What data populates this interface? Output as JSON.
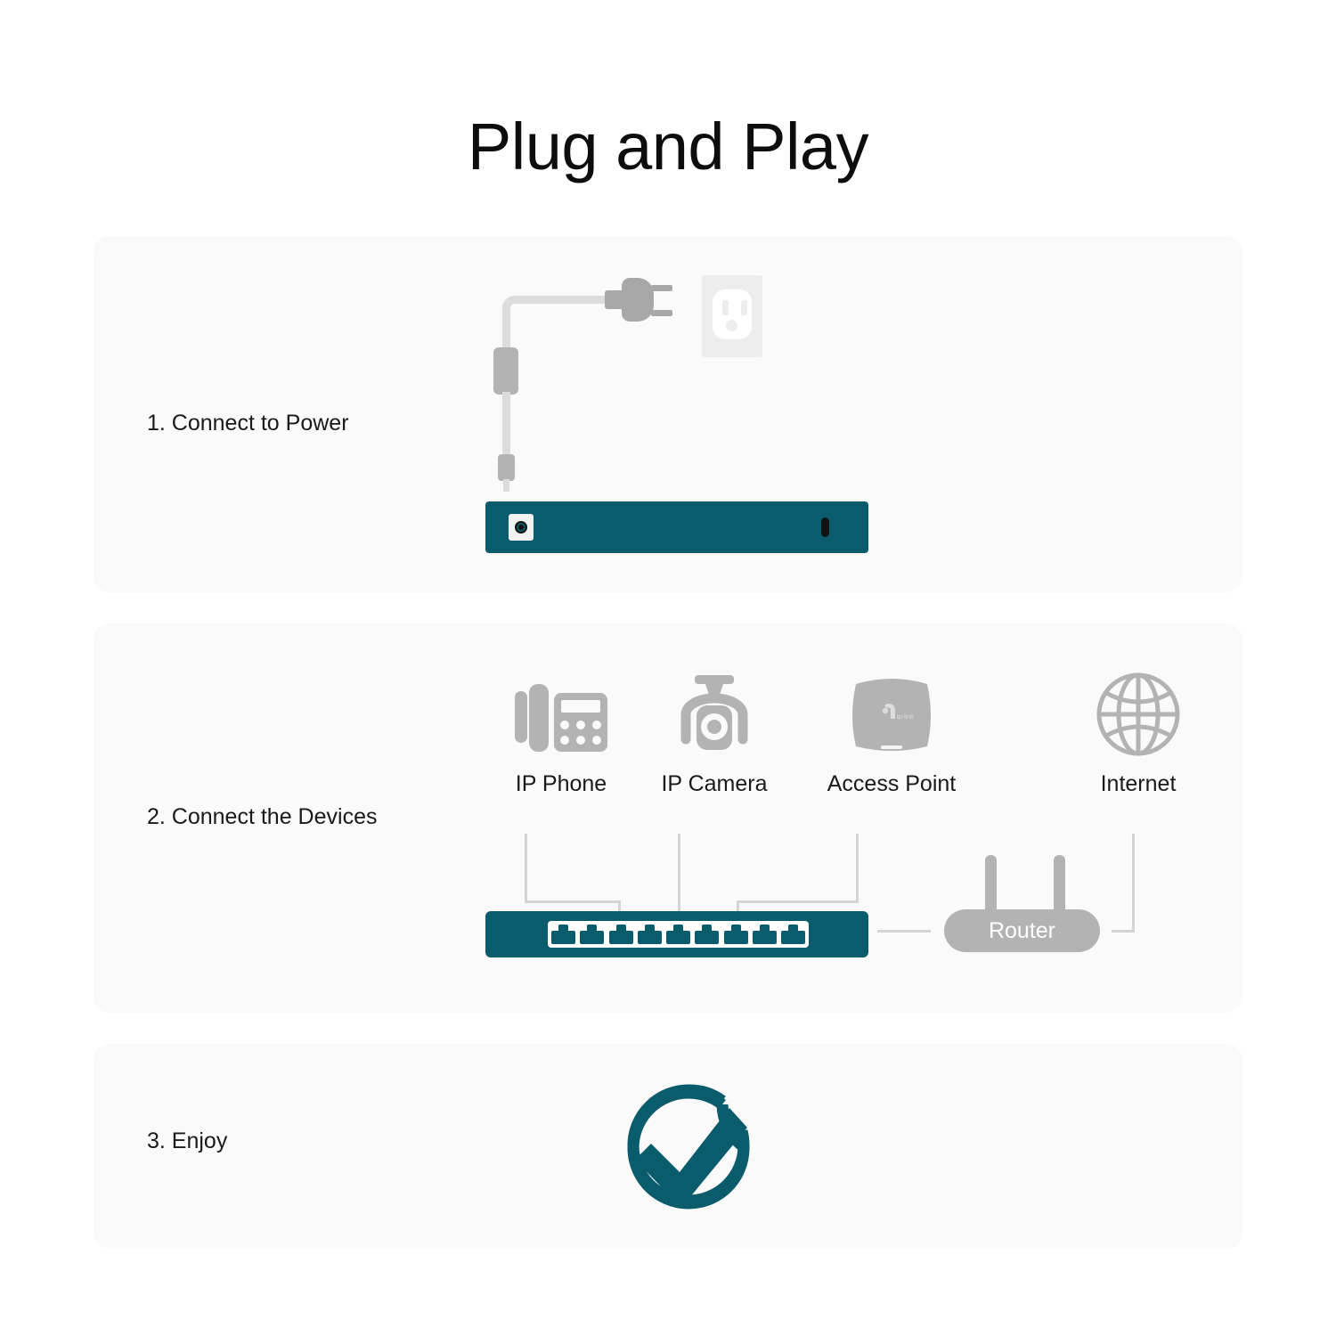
{
  "page": {
    "title": "Plug and Play",
    "background": "#ffffff",
    "panel_background": "#fafafa",
    "brand_teal": "#0a5b6c",
    "gray": "#b3b3b3",
    "line_gray": "#d4d4d4"
  },
  "steps": [
    {
      "id": "step-1",
      "label": "1. Connect to Power",
      "art": {
        "outlet": "wall-outlet-icon",
        "cable": "power-cable-icon",
        "plug": "ac-plug-icon",
        "device": "network-switch-rear-icon",
        "device_ports": [
          "dc-power-jack",
          "kensington-lock-slot"
        ]
      }
    },
    {
      "id": "step-2",
      "label": "2. Connect the Devices",
      "devices": [
        {
          "label": "IP Phone",
          "icon": "ip-phone-icon"
        },
        {
          "label": "IP Camera",
          "icon": "ip-camera-icon"
        },
        {
          "label": "Access Point",
          "icon": "access-point-icon"
        },
        {
          "label": "Internet",
          "icon": "globe-icon"
        }
      ],
      "switch": {
        "port_count": 9,
        "port_icon": "rj45-port-icon"
      },
      "router": {
        "label": "Router",
        "antenna_count": 2
      }
    },
    {
      "id": "step-3",
      "label": "3. Enjoy",
      "art": {
        "icon": "check-circle-icon",
        "color": "#0a5b6c"
      }
    }
  ]
}
